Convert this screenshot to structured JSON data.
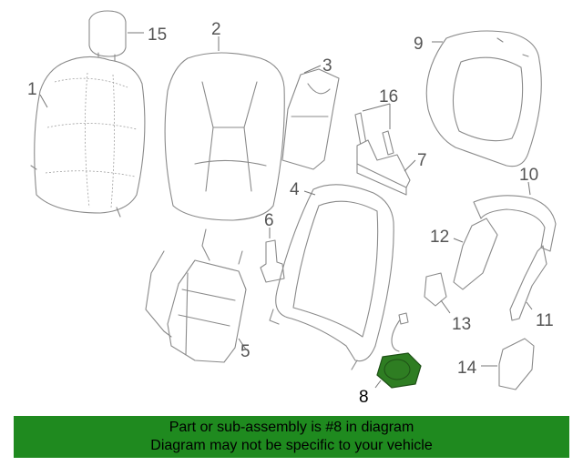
{
  "callouts": {
    "p1": "1",
    "p2": "2",
    "p3": "3",
    "p4": "4",
    "p5": "5",
    "p6": "6",
    "p7": "7",
    "p8": "8",
    "p9": "9",
    "p10": "10",
    "p11": "11",
    "p12": "12",
    "p13": "13",
    "p14": "14",
    "p15": "15",
    "p16": "16"
  },
  "highlight_part": "8",
  "banner": {
    "line1": "Part or sub-assembly is #8 in diagram",
    "line2": "Diagram may not be specific to your vehicle"
  },
  "colors": {
    "banner_bg": "#1f8a1f",
    "highlight_fill": "#2e7d22",
    "line": "#8a8a8a"
  }
}
